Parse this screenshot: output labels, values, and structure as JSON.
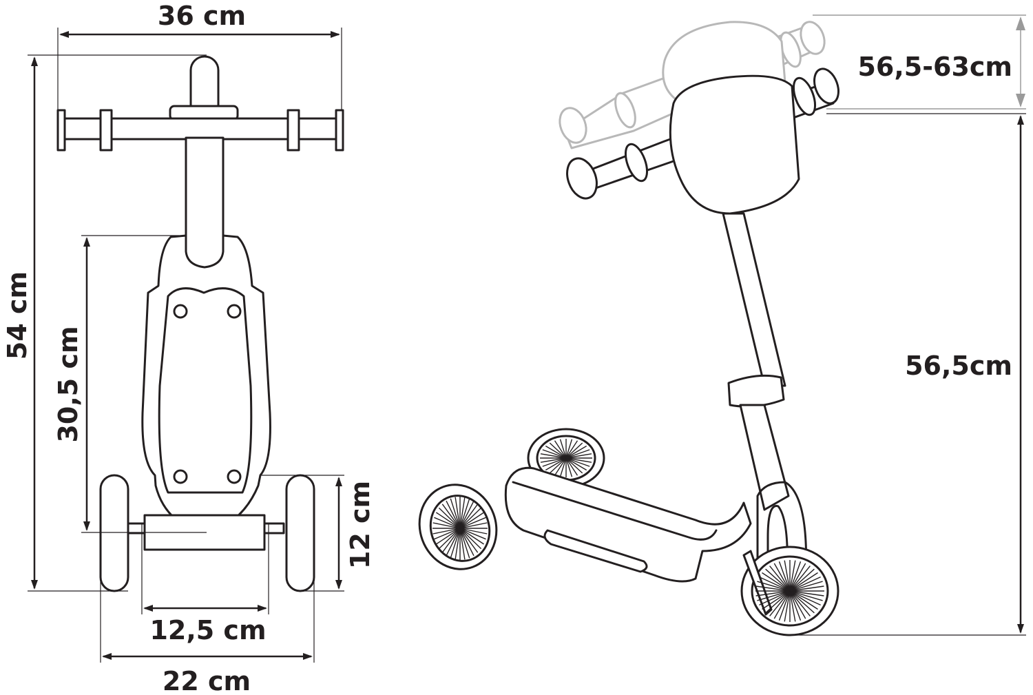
{
  "dimensions": {
    "handlebar_width": "36 cm",
    "total_height_top_view": "54 cm",
    "deck_length": "30,5 cm",
    "wheel_length": "12 cm",
    "deck_width": "12,5 cm",
    "rear_track_width": "22 cm",
    "handlebar_adjust_range": "56,5-63cm",
    "handlebar_base_height": "56,5cm"
  },
  "colors": {
    "ink": "#231f20",
    "ghost": "#b8b8b8"
  }
}
